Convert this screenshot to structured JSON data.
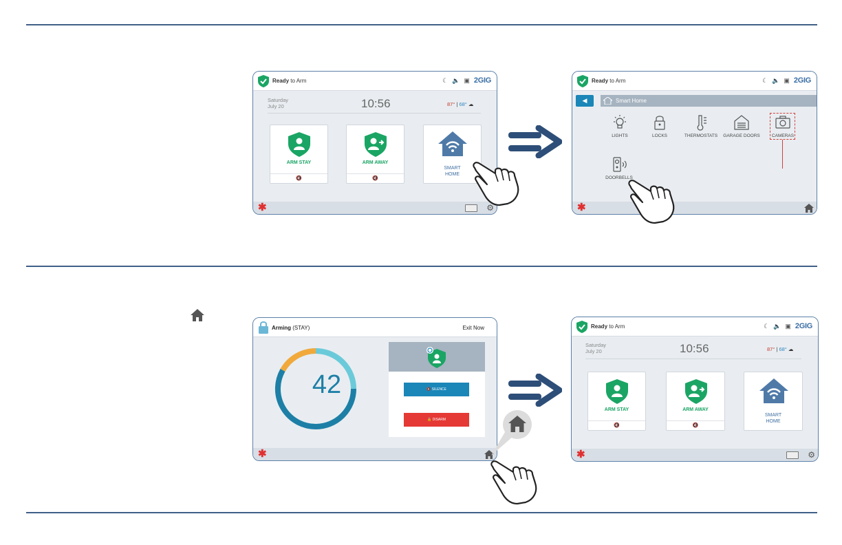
{
  "screen1": {
    "status_bold": "Ready",
    "status_rest": " to Arm",
    "brand": "2GIG",
    "day": "Saturday",
    "date": "July 20",
    "time": "10:56",
    "temp_hot": "87°",
    "temp_sep": " | ",
    "temp_cold": "68°",
    "tiles": [
      {
        "label": "ARM STAY"
      },
      {
        "label": "ARM AWAY"
      },
      {
        "label": "SMART\nHOME"
      }
    ]
  },
  "screen2": {
    "status_bold": "Ready",
    "status_rest": " to Arm",
    "brand": "2GIG",
    "header": "Smart Home",
    "devices": [
      "LIGHTS",
      "LOCKS",
      "THERMOSTATS",
      "GARAGE DOORS",
      "CAMERAS",
      "DOORBELLS"
    ]
  },
  "screen3": {
    "title_bold": "Arming",
    "title_rest": " (STAY)",
    "exit": "Exit Now",
    "countdown": "42",
    "silence": "SILENCE",
    "disarm": "DISARM"
  },
  "screen4": {
    "status_bold": "Ready",
    "status_rest": " to Arm",
    "brand": "2GIG",
    "day": "Saturday",
    "date": "July 20",
    "time": "10:56",
    "temp_hot": "87°",
    "temp_sep": " | ",
    "temp_cold": "68°",
    "tiles": [
      {
        "label": "ARM STAY"
      },
      {
        "label": "ARM AWAY"
      },
      {
        "label": "SMART\nHOME"
      }
    ]
  },
  "colors": {
    "rule": "#3f5f87",
    "arm_green": "#1aa564",
    "smart_blue": "#3f6ea1",
    "silence_blue": "#1b86b8",
    "disarm_red": "#e53935",
    "arrow": "#2d4e78"
  },
  "icons": [
    "shield-check-icon",
    "moon-icon",
    "speaker-icon",
    "camera-square-icon",
    "house-icon",
    "gear-icon",
    "keyboard-icon",
    "asterisk-icon",
    "hand-pointer-icon",
    "double-arrow-icon",
    "lock-icon"
  ]
}
